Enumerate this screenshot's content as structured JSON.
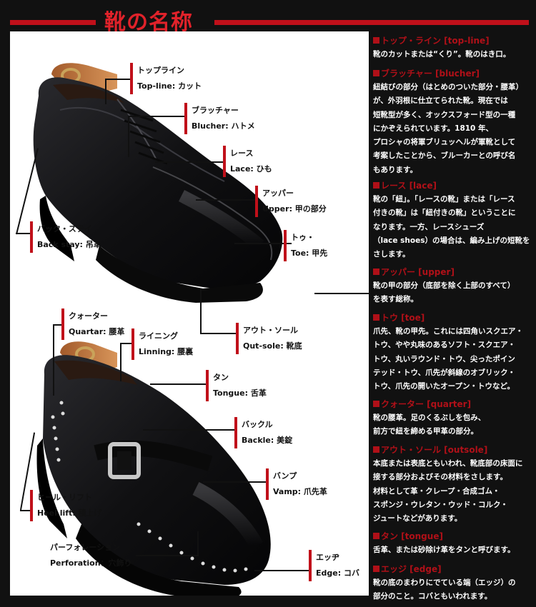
{
  "title": "靴の名称",
  "colors": {
    "accent": "#c0101a",
    "background": "#111111",
    "photo_bg": "#ffffff"
  },
  "labels": [
    {
      "id": "top-line",
      "ja": "トップライン",
      "en": "Top-line: カット"
    },
    {
      "id": "blucher",
      "ja": "ブラッチャー",
      "en": "Blucher: ハトメ"
    },
    {
      "id": "lace",
      "ja": "レース",
      "en": "Lace: ひも"
    },
    {
      "id": "upper",
      "ja": "アッパー",
      "en": "Upper: 甲の部分"
    },
    {
      "id": "toe",
      "ja": "トゥ・",
      "en": "Toe: 甲先"
    },
    {
      "id": "back-stay",
      "ja": "バック・ステイ",
      "en": "Back stay: 吊革"
    },
    {
      "id": "outsole",
      "ja": "アウト・ソール",
      "en": "Qut-sole: 靴底"
    },
    {
      "id": "quarter",
      "ja": "クォーター",
      "en": "Quartar: 腰革"
    },
    {
      "id": "lining",
      "ja": "ライニング",
      "en": "Linning: 腰裏"
    },
    {
      "id": "tongue",
      "ja": "タン",
      "en": "Tongue: 舌革"
    },
    {
      "id": "buckle",
      "ja": "バックル",
      "en": "Backle: 美錠"
    },
    {
      "id": "vamp",
      "ja": "バンプ",
      "en": "Vamp: 爪先革"
    },
    {
      "id": "heel-lift",
      "ja": "ヒール・リフト",
      "en": "Heel lift: 積上げ"
    },
    {
      "id": "perforation",
      "ja": "パーフォレーション",
      "en": "Perforation：穴飾り"
    },
    {
      "id": "edge",
      "ja": "エッヂ",
      "en": "Edge: コバ"
    }
  ],
  "sections": [
    {
      "heading": "トップ・ライン [top-line]",
      "lines": [
        "靴のカットまたは“くり”。靴のはき口。"
      ]
    },
    {
      "heading": "ブラッチャー [blucher]",
      "lines": [
        "紐結びの部分（はとめのついた部分・腰革）",
        "が、外羽根に仕立てられた靴。現在では",
        "短靴型が多く、オックスフォード型の一種",
        "にかぞえられています。1810 年、",
        "プロシャの将軍ブリュッヘルが軍靴として",
        "考案したことから、ブルーカーとの呼び名",
        "もあります。"
      ]
    },
    {
      "heading": "レース [lace]",
      "lines": [
        "靴の「紐」。「レースの靴」または「レース",
        "付きの靴」は「紐付きの靴」ということに",
        "なります。一方、レースシューズ",
        "（lace shoes）の場合は、編み上げの短靴を",
        "さします。"
      ]
    },
    {
      "heading": "アッパー [upper]",
      "lines": [
        "靴の甲の部分（底部を除く上部のすべて）",
        "を表す総称。"
      ]
    },
    {
      "heading": "トウ [toe]",
      "lines": [
        "爪先、靴の甲先。これには四角いスクエア・",
        "トウ、やや丸味のあるソフト・スクエア・",
        "トウ、丸いラウンド・トウ、尖ったポイン",
        "テッド・トウ、爪先が斜線のオブリック・",
        "トウ、爪先の開いたオープン・トウなど。"
      ]
    },
    {
      "heading": "クォーター [quarter]",
      "lines": [
        "靴の腰革。足のくるぶしを包み、",
        "前方で紐を締める甲革の部分。"
      ]
    },
    {
      "heading": "アウト・ソール [outsole]",
      "lines": [
        "本底または表底ともいわれ、靴底部の床面に",
        "接する部分およびその材料をさします。",
        "材料として革・クレープ・合成ゴム・",
        "スポンジ・ウレタン・ウッド・コルク・",
        "ジュートなどがあります。"
      ]
    },
    {
      "heading": "タン [tongue]",
      "lines": [
        "舌革、または砂除け革をタンと呼びます。"
      ]
    },
    {
      "heading": "エッジ [edge]",
      "lines": [
        "靴の底のまわりにでている端（エッジ）の",
        "部分のこと。コバともいわれます。"
      ]
    }
  ]
}
